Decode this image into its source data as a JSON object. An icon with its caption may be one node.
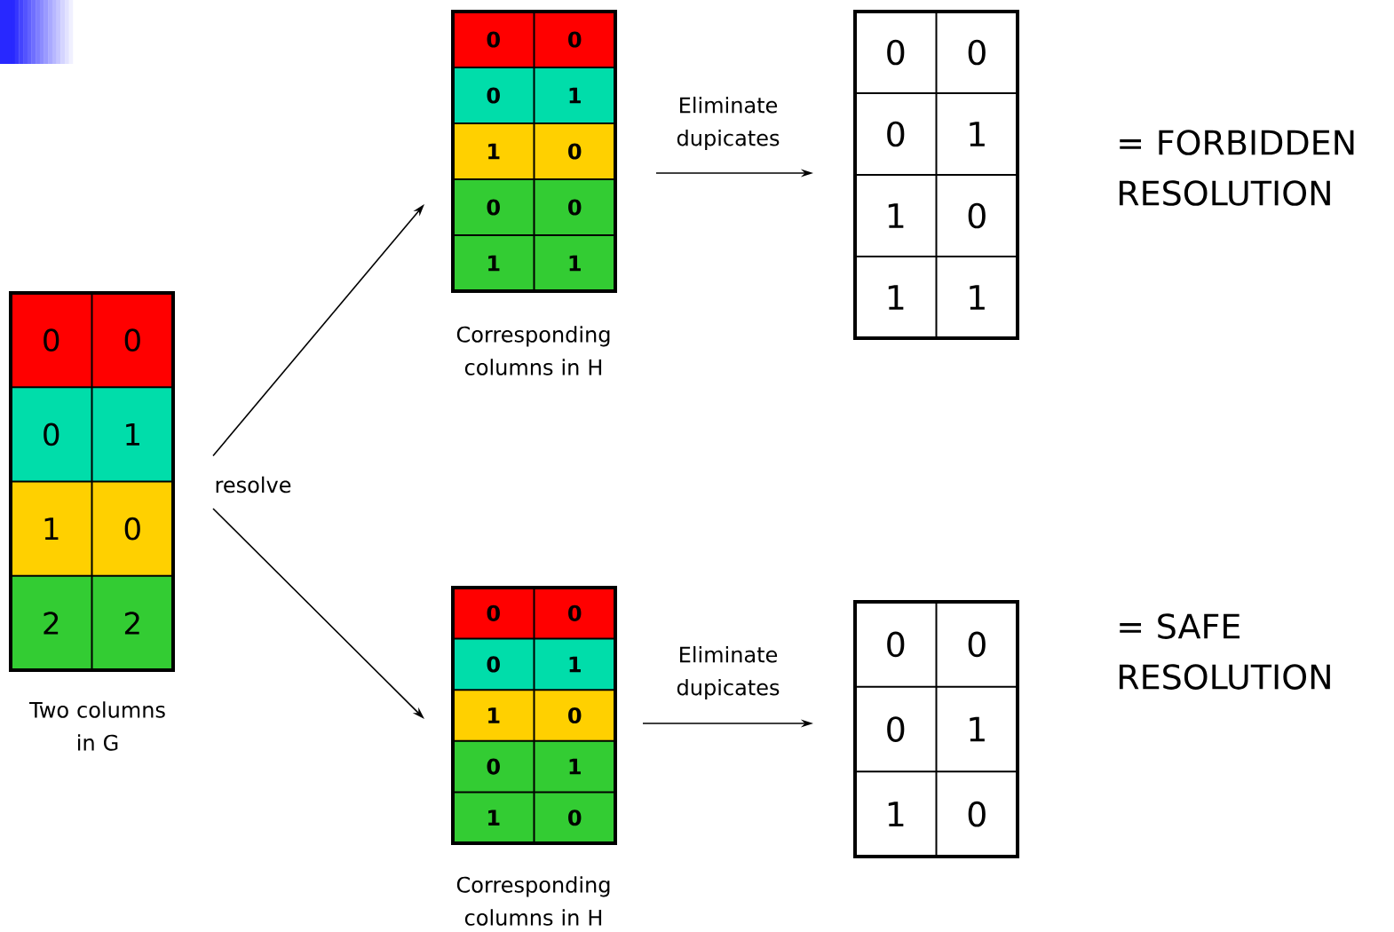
{
  "diagram": {
    "nodes": [
      {
        "text": [
          "0",
          "0",
          "0",
          "1",
          "1",
          "0",
          "2",
          "2"
        ],
        "beside": [
          "Two columns in G"
        ]
      },
      {
        "text": [
          "0",
          "0",
          "0",
          "1",
          "1",
          "0",
          "0",
          "0",
          "1",
          "1"
        ],
        "beside": [
          "Corresponding columns in H"
        ]
      },
      {
        "text": [
          "0",
          "0",
          "0",
          "1",
          "1",
          "0",
          "0",
          "1",
          "1",
          "0"
        ],
        "beside": [
          "Corresponding columns in H"
        ]
      },
      {
        "text": [
          "0",
          "0",
          "0",
          "1",
          "1",
          "0",
          "1",
          "1"
        ]
      },
      {
        "text": [
          "0",
          "0",
          "0",
          "1",
          "1",
          "0"
        ]
      }
    ],
    "edges": [
      {
        "from": 0,
        "to": 1,
        "arrow": "to"
      },
      {
        "from": 0,
        "to": 2,
        "arrow": "to"
      },
      {
        "from": 1,
        "to": 3,
        "arrow": "to",
        "label": "Eliminate dupicates"
      },
      {
        "from": 2,
        "to": 4,
        "arrow": "to",
        "label": "Eliminate dupicates"
      }
    ],
    "labels": [
      "= FORBIDDEN RESOLUTION",
      "resolve",
      "= SAFE RESOLUTION"
    ]
  }
}
